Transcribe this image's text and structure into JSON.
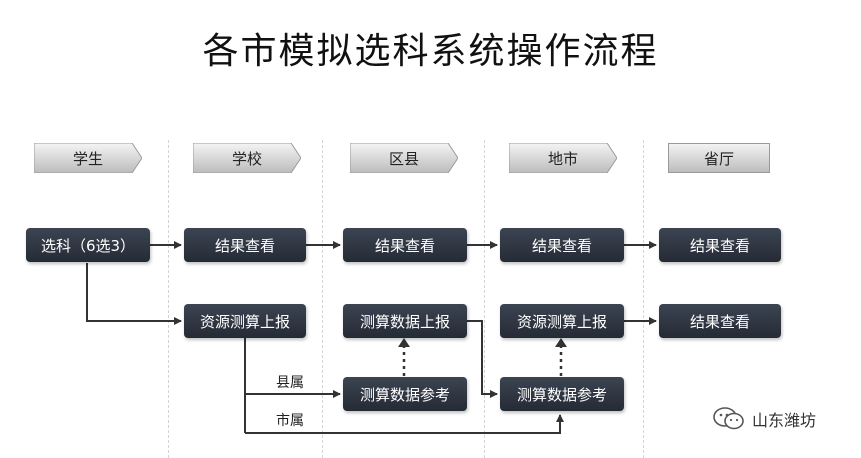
{
  "title": "各市模拟选科系统操作流程",
  "lanes": [
    "学生",
    "学校",
    "区县",
    "地市",
    "省厅"
  ],
  "boxes": {
    "select": "选科（6选3）",
    "school_result": "结果查看",
    "county_result": "结果查看",
    "city_result": "结果查看",
    "prov_result_1": "结果查看",
    "school_report": "资源测算上报",
    "county_report": "测算数据上报",
    "city_report": "资源测算上报",
    "prov_result_2": "结果查看",
    "county_ref": "测算数据参考",
    "city_ref": "测算数据参考"
  },
  "labels": {
    "county_owned": "县属",
    "city_owned": "市属"
  },
  "watermark": "山东潍坊",
  "colors": {
    "box": "#2b313b",
    "line": "#333333",
    "header": "#d9d9d9"
  }
}
